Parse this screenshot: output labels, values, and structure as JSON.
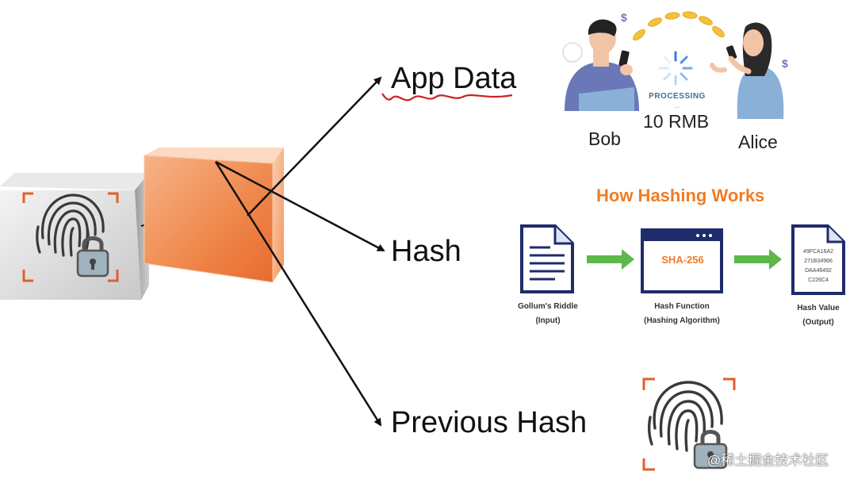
{
  "labels": {
    "app_data": "App Data",
    "hash": "Hash",
    "previous_hash": "Previous Hash"
  },
  "transaction": {
    "sender": "Bob",
    "receiver": "Alice",
    "status": "PROCESSING",
    "amount": "10 RMB",
    "currency_symbol": "$"
  },
  "hashing": {
    "title": "How Hashing Works",
    "input_name": "Gollum's Riddle",
    "input_sub": "(Input)",
    "function_text": "SHA-256",
    "function_name": "Hash Function",
    "function_sub": "(Hashing Algorithm)",
    "output_lines": [
      "49FCA16A2",
      "271B34966",
      "DAA46492",
      "C226C4"
    ],
    "output_name": "Hash Value",
    "output_sub": "(Output)"
  },
  "watermark": "@稀土掘金技术社区",
  "colors": {
    "orange": "#f07c24",
    "navy": "#1f2b6b",
    "green": "#5cb84a",
    "bracket": "#e0602a",
    "figure_blue": "#6a78b8"
  },
  "icons": [
    "fingerprint-icon",
    "padlock-icon",
    "document-icon",
    "browser-window-icon",
    "arrow-right-icon",
    "spinner-icon",
    "coin-icon"
  ]
}
